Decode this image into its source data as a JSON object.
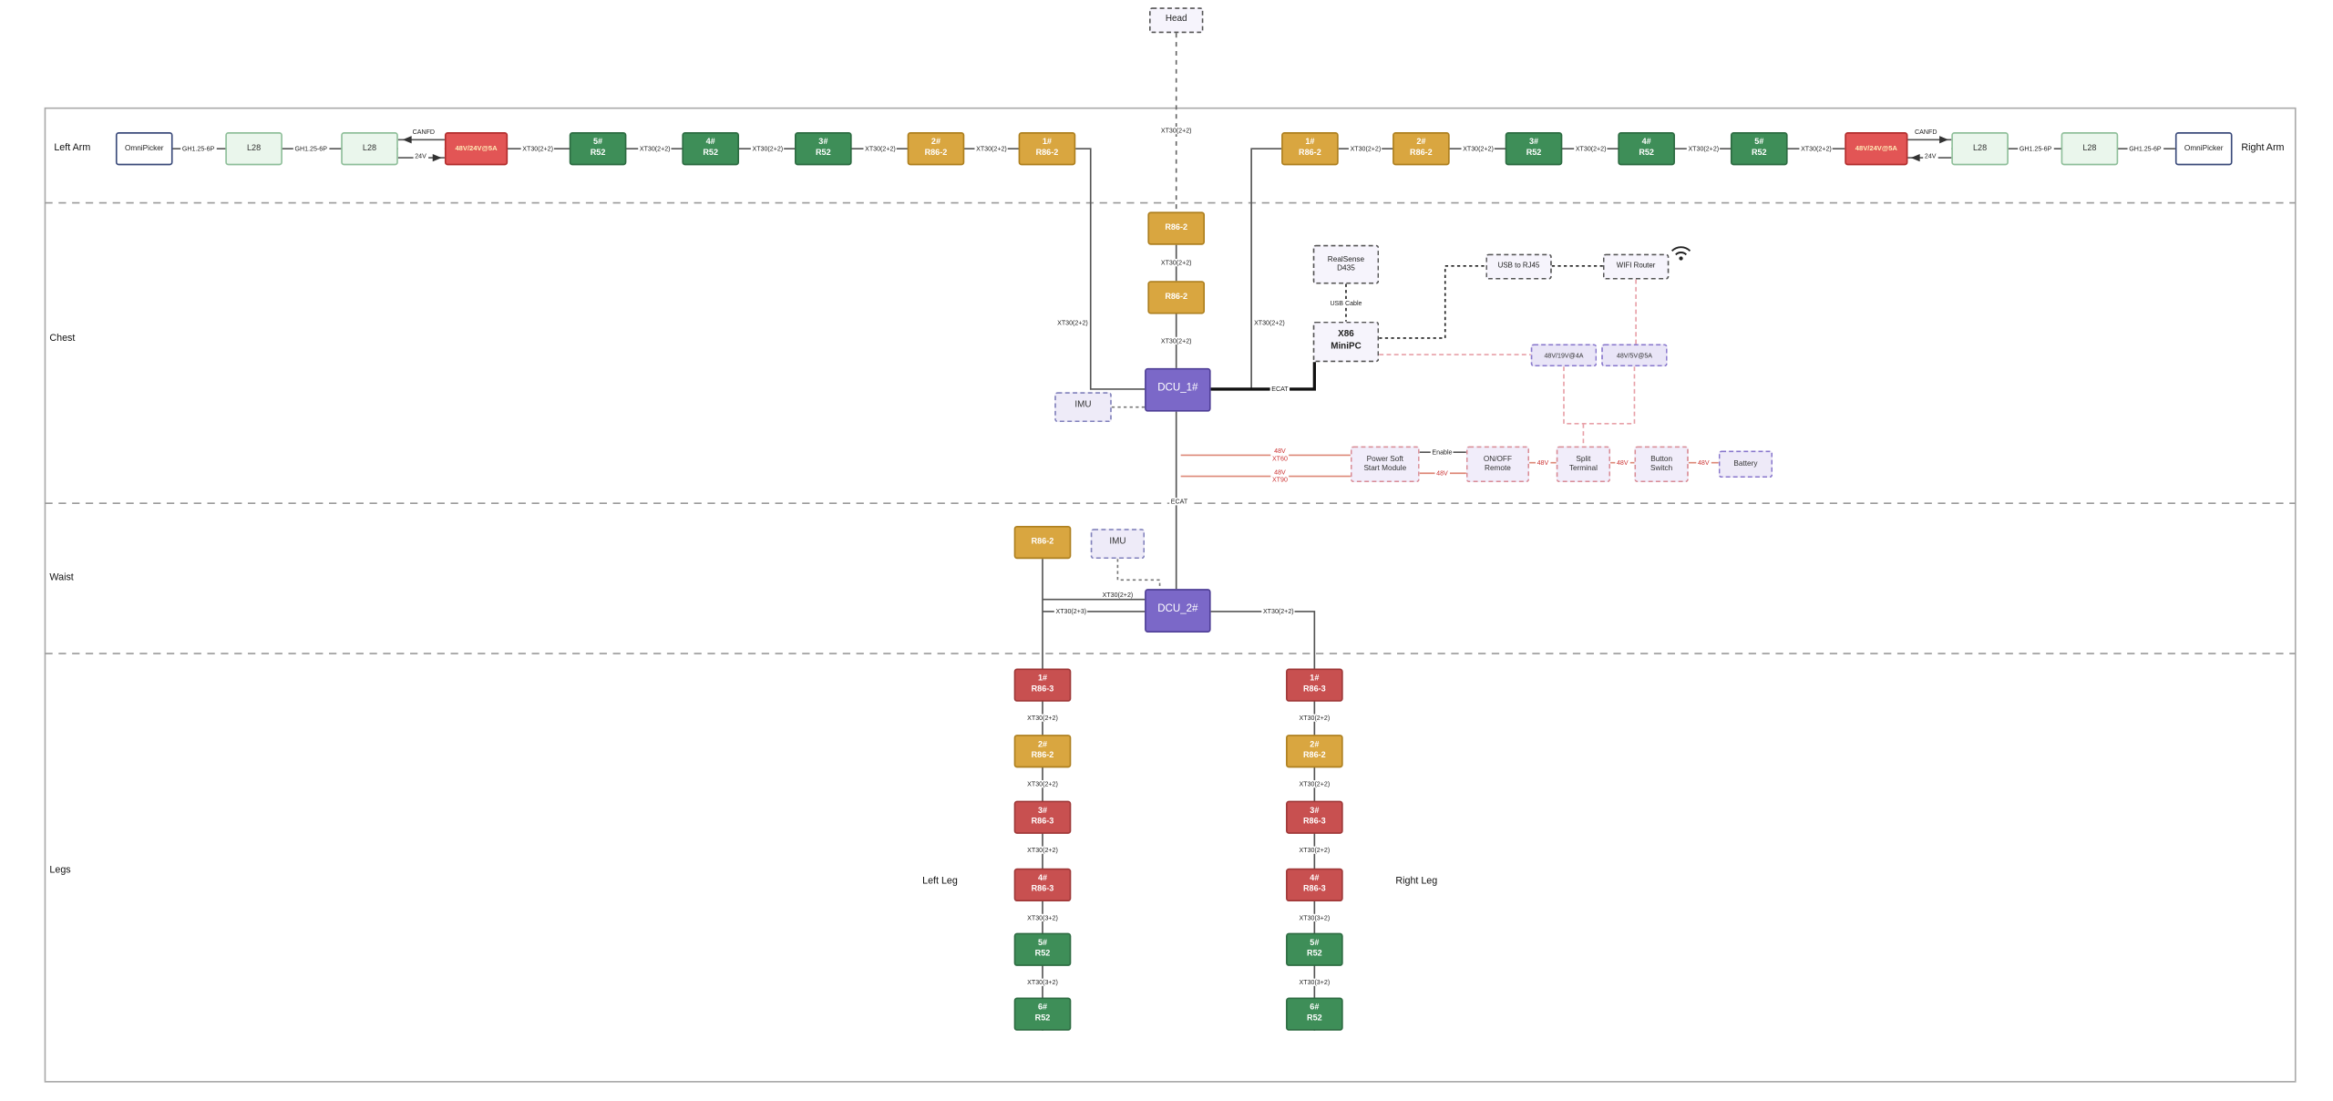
{
  "head": {
    "label": "Head",
    "connector": "XT30(2+2)"
  },
  "section_labels": {
    "left_arm": "Left Arm",
    "right_arm": "Right Arm",
    "chest": "Chest",
    "waist": "Waist",
    "legs": "Legs",
    "left_leg": "Left Leg",
    "right_leg": "Right Leg"
  },
  "left_arm": {
    "gripper": "OmniPicker",
    "conn_gh1": "GH1.25-6P",
    "l28_1": "L28",
    "conn_gh2": "GH1.25-6P",
    "l28_2": "L28",
    "canfd": "CANFD",
    "v24": "24V",
    "psu": "48V/24V@5A",
    "conn1": "XT30(2+2)",
    "m5": {
      "num": "5#",
      "name": "R52"
    },
    "conn2": "XT30(2+2)",
    "m4": {
      "num": "4#",
      "name": "R52"
    },
    "conn3": "XT30(2+2)",
    "m3": {
      "num": "3#",
      "name": "R52"
    },
    "conn4": "XT30(2+2)",
    "m2": {
      "num": "2#",
      "name": "R86-2"
    },
    "conn5": "XT30(2+2)",
    "m1": {
      "num": "1#",
      "name": "R86-2"
    },
    "dcu_conn": "XT30(2+2)"
  },
  "right_arm": {
    "m1": {
      "num": "1#",
      "name": "R86-2"
    },
    "conn1": "XT30(2+2)",
    "m2": {
      "num": "2#",
      "name": "R86-2"
    },
    "conn2": "XT30(2+2)",
    "m3": {
      "num": "3#",
      "name": "R52"
    },
    "conn3": "XT30(2+2)",
    "m4": {
      "num": "4#",
      "name": "R52"
    },
    "conn4": "XT30(2+2)",
    "m5": {
      "num": "5#",
      "name": "R52"
    },
    "conn5": "XT30(2+2)",
    "psu": "48V/24V@5A",
    "canfd": "CANFD",
    "v24": "24V",
    "l28_1": "L28",
    "conn_gh1": "GH1.25-6P",
    "l28_2": "L28",
    "conn_gh2": "GH1.25-6P",
    "gripper": "OmniPicker",
    "dcu_conn": "XT30(2+2)"
  },
  "chest": {
    "head_motor_1": "R86-2",
    "conn1": "XT30(2+2)",
    "head_motor_2": "R86-2",
    "conn2": "XT30(2+2)",
    "dcu1": "DCU_1#",
    "imu": "IMU",
    "realsense_line1": "RealSense",
    "realsense_line2": "D435",
    "usb_cable": "USB Cable",
    "x86_line1": "X86",
    "x86_line2": "MiniPC",
    "usb_rj45": "USB to RJ45",
    "wifi_router": "WIFI Router",
    "ecat_pc": "ECAT",
    "ecat_dcu": "ECAT",
    "psu_19v": "48V/19V@4A",
    "psu_5v": "48V/5V@5A",
    "pwr_label_48v_1": "48V",
    "pwr_label_xt60": "XT60",
    "pwr_label_48v_2": "48V",
    "pwr_label_xt90": "XT90",
    "power_module_line1": "Power Soft",
    "power_module_line2": "Start Module",
    "enable": "Enable",
    "v48_a": "48V",
    "remote_line1": "ON/OFF",
    "remote_line2": "Remote",
    "v48_b": "48V",
    "split_line1": "Split",
    "split_line2": "Terminal",
    "v48_c": "48V",
    "button_line1": "Button",
    "button_line2": "Switch",
    "v48_d": "48V",
    "battery": "Battery"
  },
  "waist": {
    "motor": "R86-2",
    "imu": "IMU",
    "dcu2": "DCU_2#",
    "motor_conn": "XT30(2+2)",
    "left_leg_conn": "XT30(2+3)",
    "right_leg_conn": "XT30(2+2)"
  },
  "left_leg": {
    "m1": {
      "num": "1#",
      "name": "R86-3"
    },
    "conn1": "XT30(2+2)",
    "m2": {
      "num": "2#",
      "name": "R86-2"
    },
    "conn2": "XT30(2+2)",
    "m3": {
      "num": "3#",
      "name": "R86-3"
    },
    "conn3": "XT30(2+2)",
    "m4": {
      "num": "4#",
      "name": "R86-3"
    },
    "conn4": "XT30(3+2)",
    "m5": {
      "num": "5#",
      "name": "R52"
    },
    "conn5": "XT30(3+2)",
    "m6": {
      "num": "6#",
      "name": "R52"
    }
  },
  "right_leg": {
    "m1": {
      "num": "1#",
      "name": "R86-3"
    },
    "conn1": "XT30(2+2)",
    "m2": {
      "num": "2#",
      "name": "R86-2"
    },
    "conn2": "XT30(2+2)",
    "m3": {
      "num": "3#",
      "name": "R86-3"
    },
    "conn3": "XT30(2+2)",
    "m4": {
      "num": "4#",
      "name": "R86-3"
    },
    "conn4": "XT30(3+2)",
    "m5": {
      "num": "5#",
      "name": "R52"
    },
    "conn5": "XT30(3+2)",
    "m6": {
      "num": "6#",
      "name": "R52"
    }
  },
  "colors": {
    "motor_green": "#3e8e58",
    "motor_gold": "#d9a640",
    "motor_red": "#c85050",
    "psu_red": "#e25555",
    "dcu_purple": "#7b68c8",
    "power_line_salmon": "#dd8877",
    "power_line_pink": "#e8a0a8",
    "signal_line": "#555555"
  }
}
